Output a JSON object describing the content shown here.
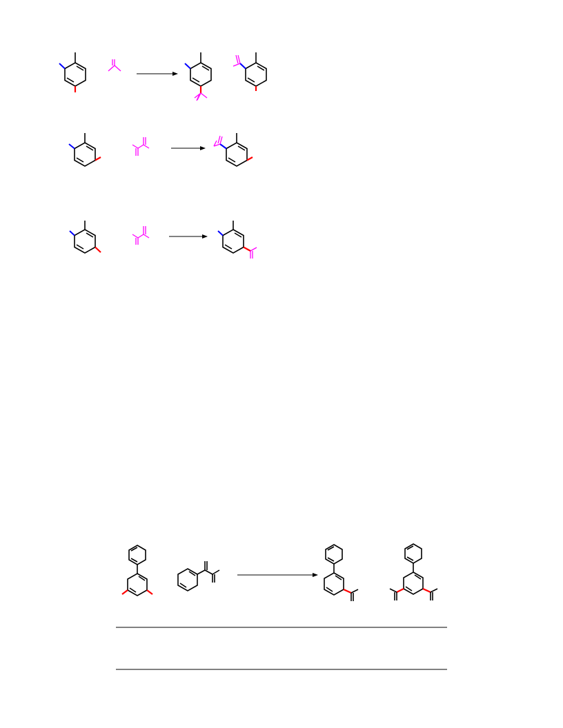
{
  "page": {
    "title": ""
  },
  "colors": {
    "bond": "#000000",
    "highlight_blue": "#0000ff",
    "highlight_red": "#ff0000",
    "reagent_magenta": "#ff00ff"
  },
  "schemes": [
    {
      "name": "scheme-1",
      "items": [
        "reactant-arene",
        "reagent",
        "arrow",
        "product-para",
        "product-ortho"
      ]
    },
    {
      "name": "scheme-2",
      "items": [
        "reactant-arene",
        "reagent-diene",
        "arrow",
        "product-ortho"
      ]
    },
    {
      "name": "scheme-3",
      "items": [
        "reactant-arene",
        "reagent-diene",
        "arrow",
        "product-meta"
      ]
    },
    {
      "name": "scheme-4",
      "items": [
        "reactant-biphenyl",
        "reagent-styrene-diene",
        "arrow",
        "product-mono",
        "product-di"
      ]
    }
  ],
  "table": {
    "header": [],
    "rows": []
  }
}
